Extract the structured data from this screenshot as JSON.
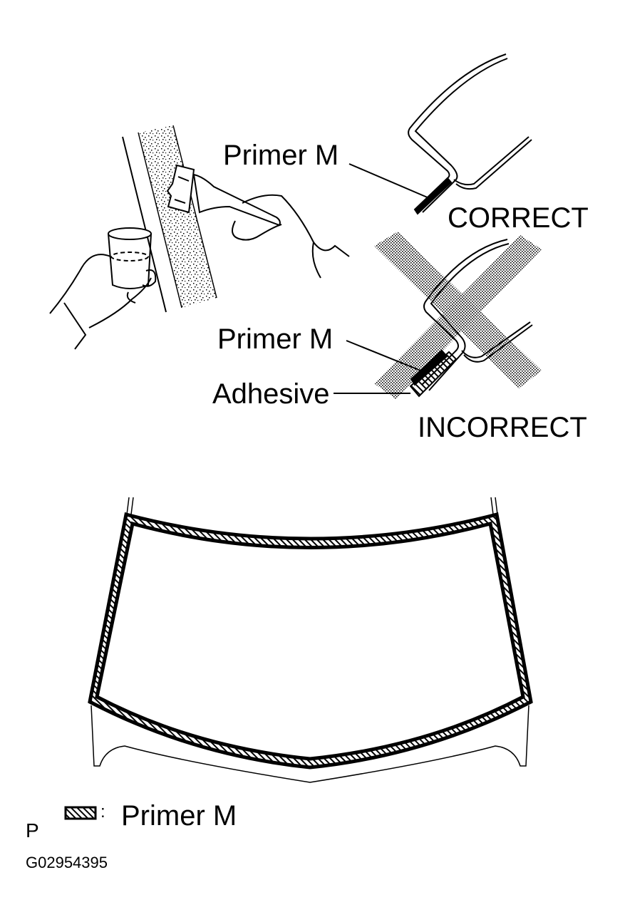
{
  "figure": {
    "labels": {
      "primer_top": "Primer M",
      "correct": "CORRECT",
      "primer_incorrect": "Primer M",
      "adhesive": "Adhesive",
      "incorrect": "INCORRECT"
    },
    "legend": {
      "symbol": "hatched-box",
      "separator": ":",
      "text": "Primer M"
    },
    "corner_mark": "P",
    "figure_code": "G02954395",
    "colors": {
      "ink": "#000000",
      "background": "#ffffff",
      "screen_tone": "#9a9a9a"
    }
  }
}
